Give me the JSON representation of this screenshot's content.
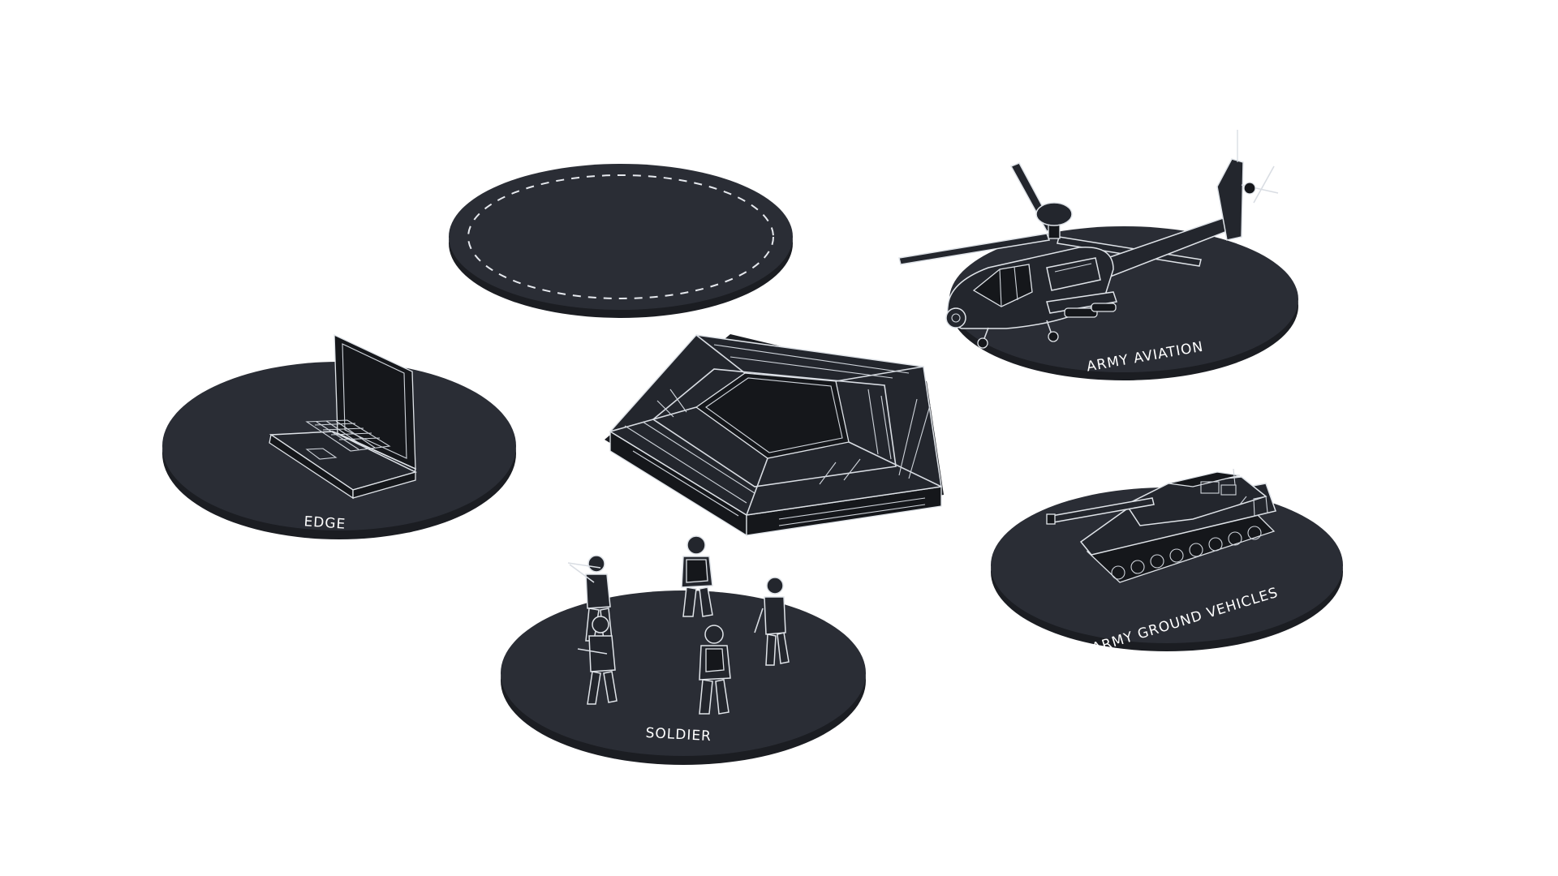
{
  "platforms": {
    "edge": {
      "label": "EDGE",
      "icon": "laptop-icon"
    },
    "soldier": {
      "label": "SOLDIER",
      "icon": "soldiers-icon"
    },
    "army_aviation": {
      "label": "ARMY AVIATION",
      "icon": "helicopter-icon"
    },
    "army_ground_vehicles": {
      "label": "ARMY GROUND VEHICLES",
      "icon": "tank-icon"
    },
    "empty_slot": {
      "label": "",
      "icon": "dashed-ring-icon"
    },
    "center": {
      "label": "",
      "icon": "pentagon-building-icon"
    }
  },
  "colors": {
    "background": "#ffffff",
    "disc_top": "#2a2d35",
    "disc_side": "#1b1d22",
    "outline": "#d9dde3",
    "label": "#ffffff"
  }
}
